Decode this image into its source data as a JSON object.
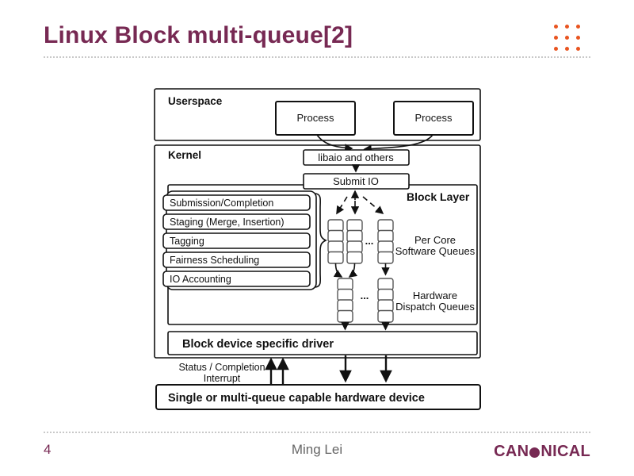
{
  "slide": {
    "title": "Linux Block multi-queue[2]",
    "page_number": "4",
    "footer_author": "Ming Lei",
    "logo_text_left": "CAN",
    "logo_text_right": "NICAL"
  },
  "colors": {
    "aubergine": "#772953",
    "ubuntu_orange": "#e95420",
    "footer_gray": "#666666",
    "diagram_line": "#111111"
  },
  "diagram": {
    "userspace_label": "Userspace",
    "process1_label": "Process",
    "process2_label": "Process",
    "kernel_label": "Kernel",
    "libaio_label": "libaio and others",
    "submit_io_label": "Submit IO",
    "block_layer_label": "Block Layer",
    "pipeline_stages": [
      "Submission/Completion",
      "Staging (Merge, Insertion)",
      "Tagging",
      "Fairness Scheduling",
      "IO Accounting"
    ],
    "software_queues_label_line1": "Per Core",
    "software_queues_label_line2": "Software Queues",
    "hardware_queues_label_line1": "Hardware",
    "hardware_queues_label_line2": "Dispatch Queues",
    "ellipsis": "...",
    "driver_label": "Block device specific driver",
    "interrupt_label_line1": "Status / Completion",
    "interrupt_label_line2": "Interrupt",
    "device_label": "Single or multi-queue capable hardware device"
  }
}
